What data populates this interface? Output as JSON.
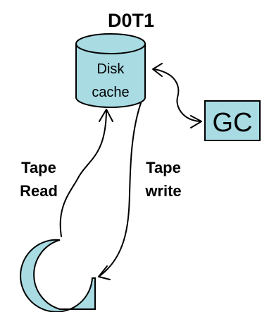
{
  "diagram": {
    "title": "D0T1",
    "disk_cache": {
      "label_line1": "Disk",
      "label_line2": "cache"
    },
    "gc_box": {
      "label": "GC"
    },
    "tape_read_label": {
      "line1": "Tape",
      "line2": "Read"
    },
    "tape_write_label": {
      "line1": "Tape",
      "line2": "write"
    }
  },
  "colors": {
    "shape_fill": "#a9dbe3",
    "line": "#000000"
  }
}
